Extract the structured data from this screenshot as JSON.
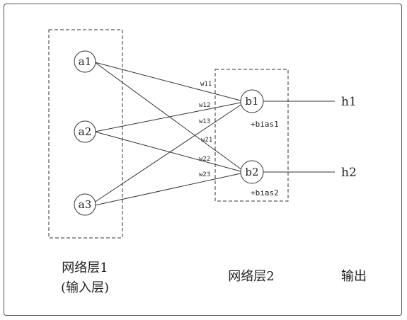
{
  "diagram": {
    "input_nodes": [
      "a1",
      "a2",
      "a3"
    ],
    "hidden_nodes": [
      "b1",
      "b2"
    ],
    "outputs": [
      "h1",
      "h2"
    ],
    "weights": [
      "w11",
      "w12",
      "w13",
      "w21",
      "w22",
      "w23"
    ],
    "biases": [
      "+bias1",
      "+bias2"
    ],
    "captions": {
      "layer1_line1": "网络层1",
      "layer1_line2": "(输入层)",
      "layer2": "网络层2",
      "output": "输出"
    }
  }
}
